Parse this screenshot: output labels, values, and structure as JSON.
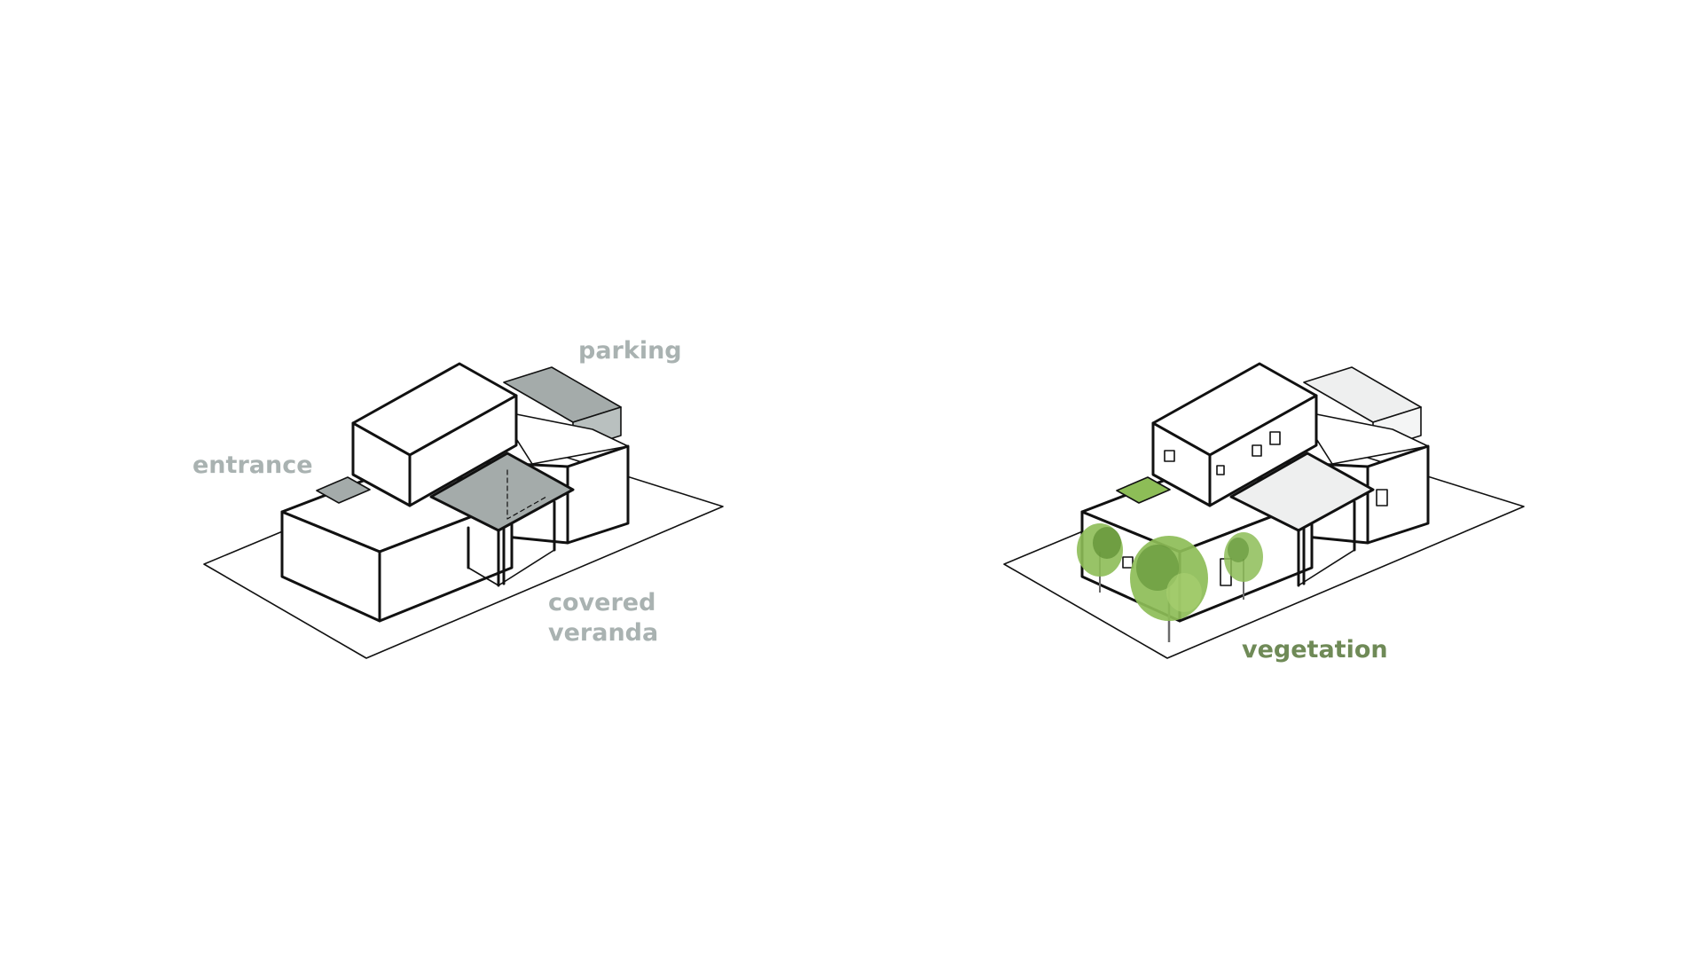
{
  "labels": {
    "parking": "parking",
    "entrance": "entrance",
    "covered_line1": "covered",
    "covered_line2": "veranda",
    "vegetation": "vegetation"
  },
  "colors": {
    "annotation_gray": "#a9b2b1",
    "highlight_fill": "#a4abaa",
    "vegetation_text": "#6f8a57",
    "ground_tint": "#f1f5df",
    "tree_green": "#8dbd57",
    "tree_dark": "#5e8f33",
    "roof_light": "#eeefef"
  }
}
